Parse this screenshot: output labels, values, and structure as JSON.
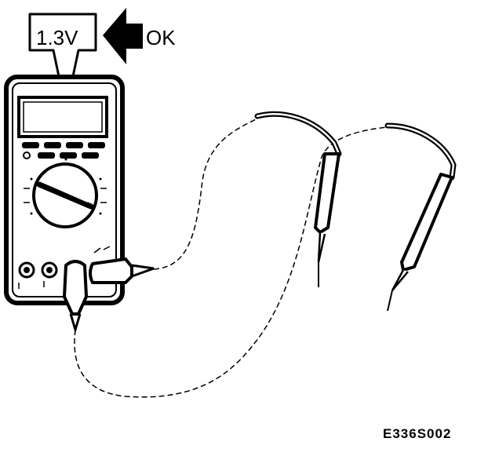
{
  "diagram": {
    "reading_callout": "1.3V",
    "status_label": "OK",
    "figure_code": "E336S002"
  },
  "colors": {
    "ink": "#000000",
    "background": "#ffffff"
  },
  "icons": {
    "arrow": "bold-left-arrow-icon",
    "meter": "multimeter-icon",
    "probe": "test-probe-icon"
  }
}
